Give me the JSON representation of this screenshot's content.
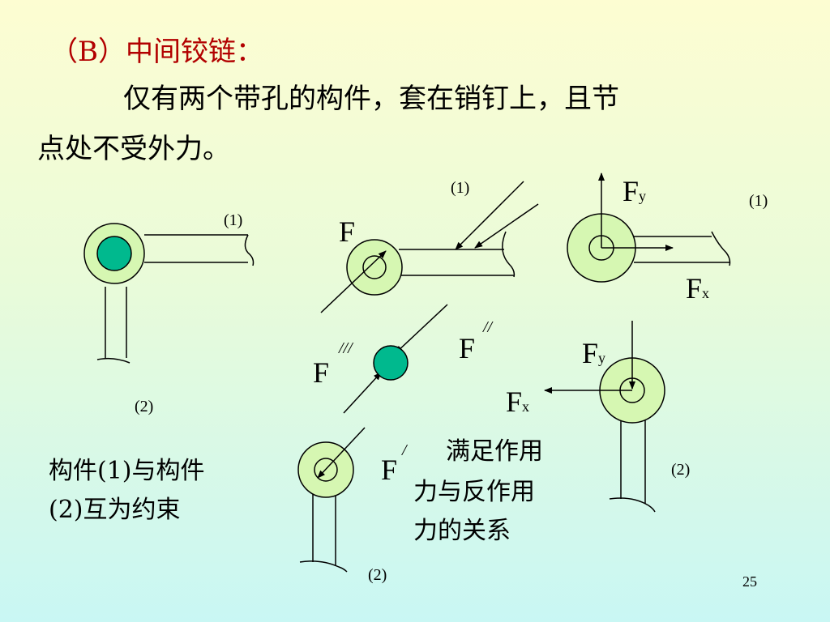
{
  "heading": {
    "title": "（B）中间铰链：",
    "intro_line1": "仅有两个带孔的构件，套在销钉上，且节",
    "intro_line2": "点处不受外力。"
  },
  "notes": {
    "left_line1": "构件(1)与构件",
    "left_line2": "(2)互为约束",
    "right_line1": "满足作用",
    "right_line2": "力与反作用",
    "right_line3": "力的关系"
  },
  "labels": {
    "member1": "(1)",
    "member2": "(2)",
    "force_F": "F",
    "force_main": "F",
    "sub_x": "x",
    "sub_y": "y",
    "primes_2": "//",
    "primes_3": "///",
    "prime_1": "/"
  },
  "page_number": "25",
  "colors": {
    "title": "#b20000",
    "pin_fill": "#00b98e",
    "ring_fill": "#d6f7b2",
    "background_top": "#fdfdd2",
    "background_bottom": "#c9f7f4"
  }
}
